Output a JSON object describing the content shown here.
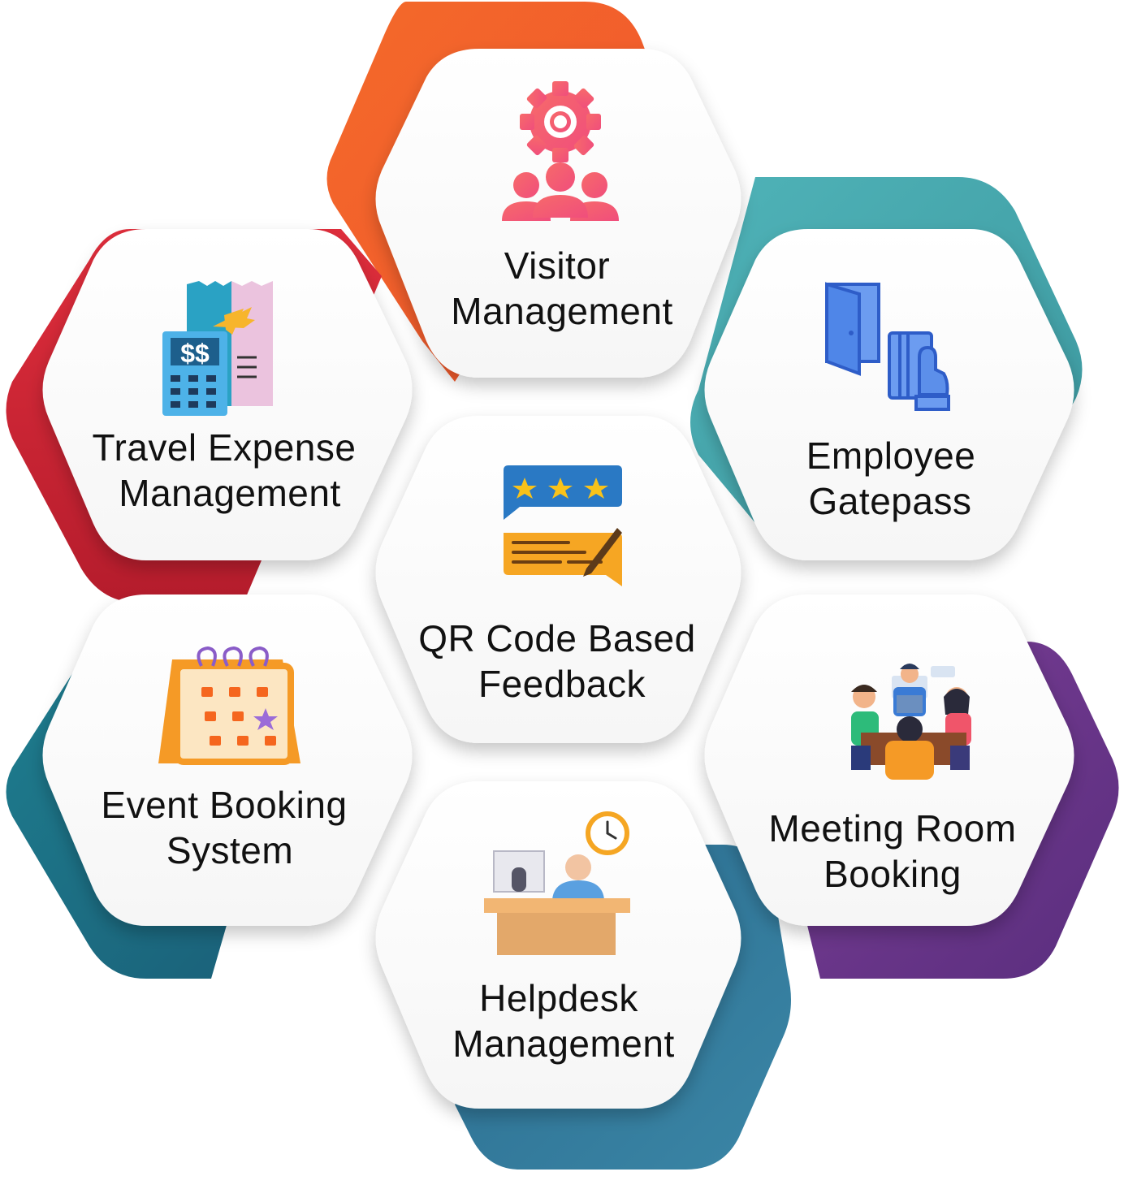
{
  "modules": [
    {
      "id": "visitor-management",
      "lines": [
        "Visitor",
        "Management"
      ],
      "accent": "#F2542D",
      "icon": "gear-people-icon"
    },
    {
      "id": "employee-gatepass",
      "lines": [
        "Employee",
        "Gatepass"
      ],
      "accent": "#45A7AE",
      "icon": "door-card-hand-icon"
    },
    {
      "id": "travel-expense-management",
      "lines": [
        "Travel Expense",
        "Management"
      ],
      "accent": "#D92B3A",
      "icon": "calculator-ticket-icon"
    },
    {
      "id": "qr-code-based-feedback",
      "lines": [
        "QR Code Based",
        "Feedback"
      ],
      "accent": "#1F5F96",
      "icon": "rating-feedback-icon"
    },
    {
      "id": "event-booking-system",
      "lines": [
        "Event Booking",
        "System"
      ],
      "accent": "#1A6E86",
      "icon": "calendar-star-icon"
    },
    {
      "id": "meeting-room-booking",
      "lines": [
        "Meeting Room",
        "Booking"
      ],
      "accent": "#6C3A8C",
      "icon": "meeting-people-icon"
    },
    {
      "id": "helpdesk-management",
      "lines": [
        "Helpdesk",
        "Management"
      ],
      "accent": "#2E7496",
      "icon": "helpdesk-desk-clock-icon"
    }
  ]
}
